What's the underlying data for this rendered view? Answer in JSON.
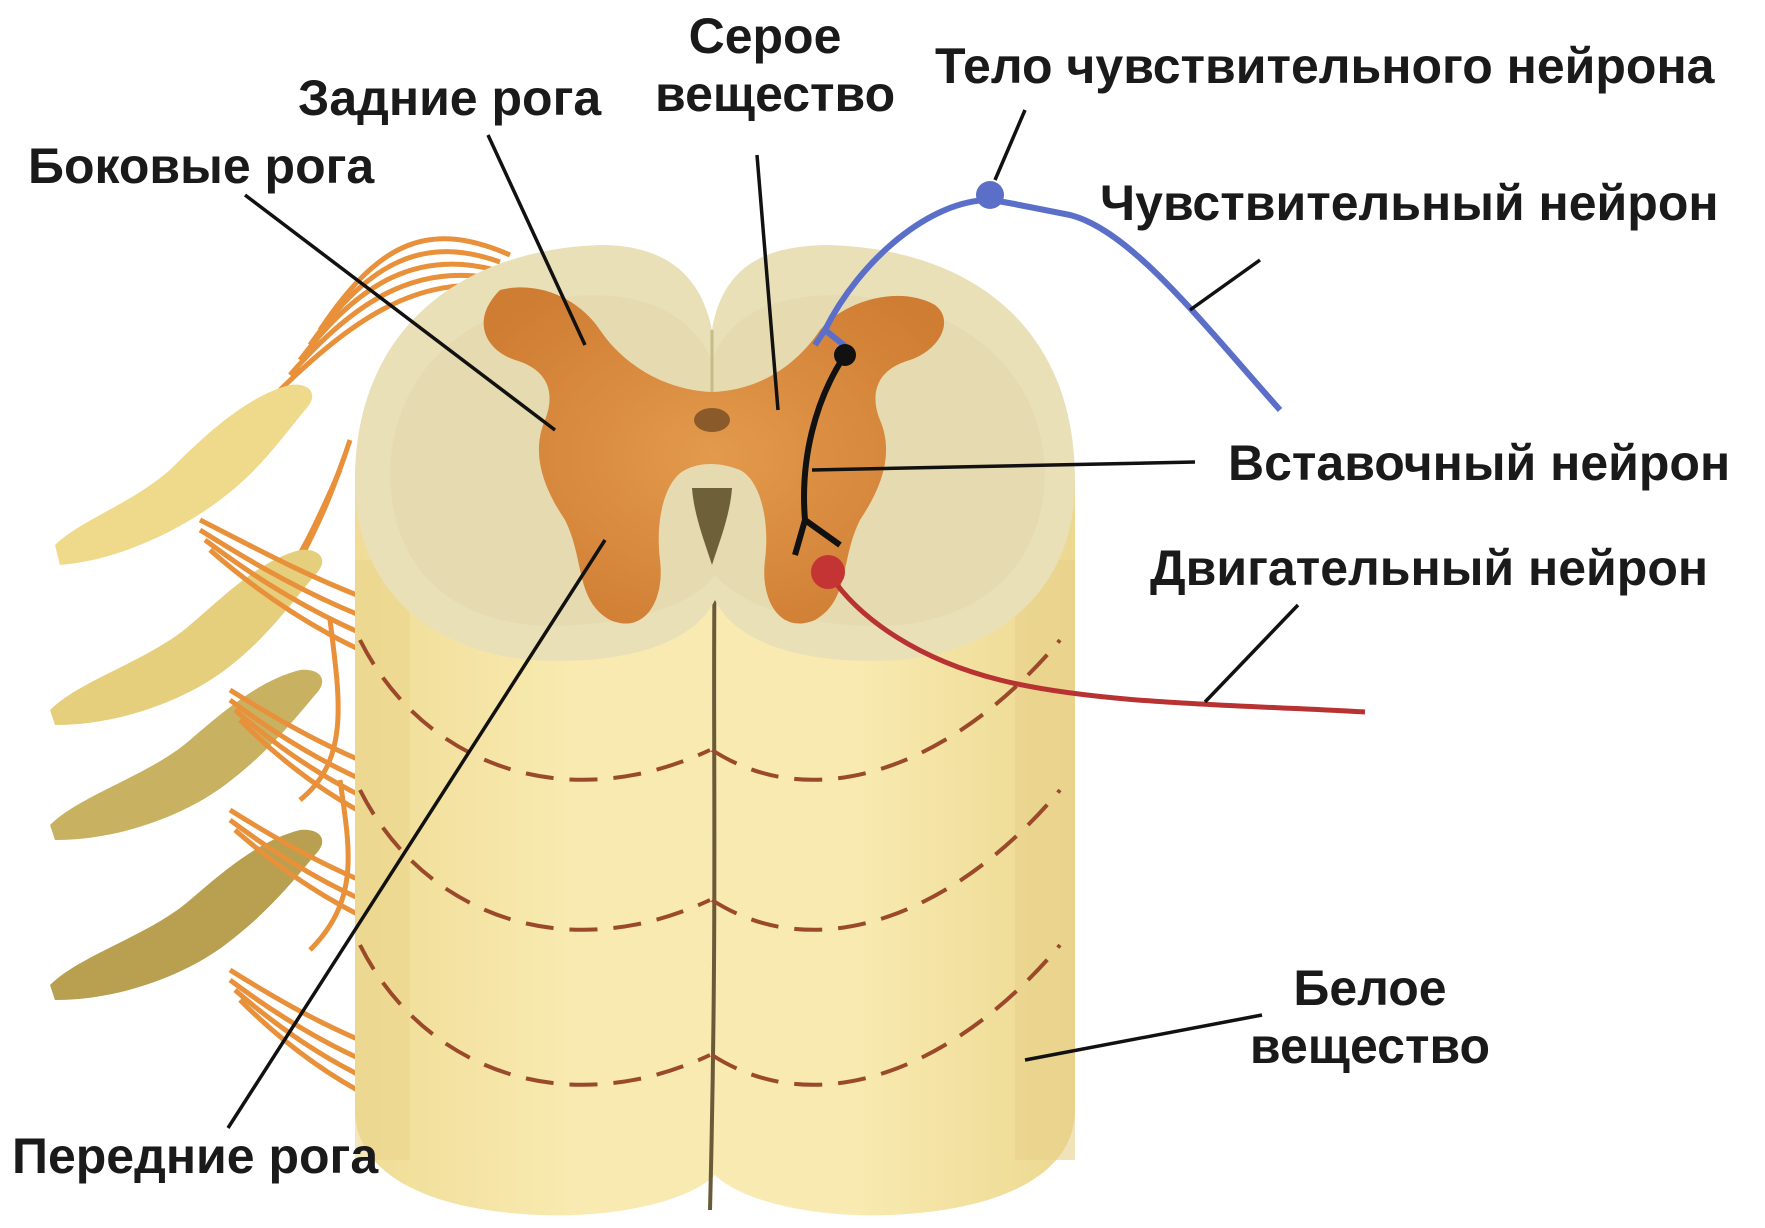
{
  "labels": {
    "gray_matter_line1": "Серое",
    "gray_matter_line2": "вещество",
    "posterior_horns": "Задние рога",
    "lateral_horns": "Боковые рога",
    "sensory_neuron_body": "Тело чувствительного нейрона",
    "sensory_neuron": "Чувствительный нейрон",
    "interneuron": "Вставочный нейрон",
    "motor_neuron": "Двигательный нейрон",
    "white_matter_line1": "Белое",
    "white_matter_line2": "вещество",
    "anterior_horns": "Передние рога"
  },
  "colors": {
    "white_matter_top": "#e8dfb5",
    "white_matter_body": "#f5e6a8",
    "gray_matter": "#d98a3d",
    "nerve_roots": "#e8913a",
    "ganglia": "#d9c36a",
    "sensory_neuron": "#5b6fc9",
    "motor_neuron": "#b83232",
    "interneuron": "#111111",
    "segment_lines": "#9a4a2a"
  }
}
